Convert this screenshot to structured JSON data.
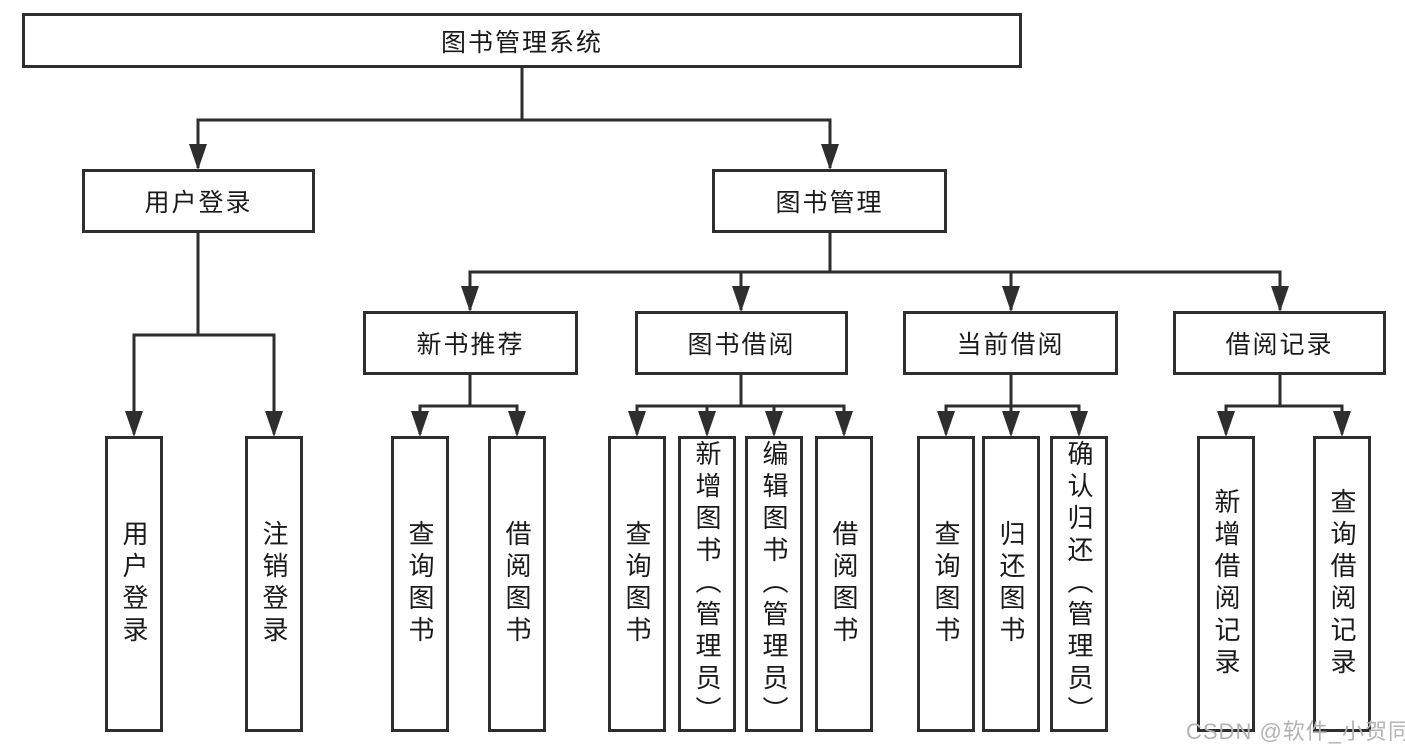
{
  "diagram": {
    "title_node": {
      "label": "图书管理系统"
    },
    "level1": [
      {
        "label": "用户登录"
      },
      {
        "label": "图书管理"
      }
    ],
    "level2": [
      {
        "label": "新书推荐",
        "parent": "图书管理"
      },
      {
        "label": "图书借阅",
        "parent": "图书管理"
      },
      {
        "label": "当前借阅",
        "parent": "图书管理"
      },
      {
        "label": "借阅记录",
        "parent": "图书管理"
      }
    ],
    "leaves": [
      {
        "label": "用户登录",
        "parent": "用户登录"
      },
      {
        "label": "注销登录",
        "parent": "用户登录"
      },
      {
        "label": "查询图书",
        "parent": "新书推荐"
      },
      {
        "label": "借阅图书",
        "parent": "新书推荐"
      },
      {
        "label": "查询图书",
        "parent": "图书借阅"
      },
      {
        "label": "新增图书（管理员）",
        "parent": "图书借阅"
      },
      {
        "label": "编辑图书（管理员）",
        "parent": "图书借阅"
      },
      {
        "label": "借阅图书",
        "parent": "图书借阅"
      },
      {
        "label": "查询图书",
        "parent": "当前借阅"
      },
      {
        "label": "归还图书",
        "parent": "当前借阅"
      },
      {
        "label": "确认归还（管理员）",
        "parent": "当前借阅"
      },
      {
        "label": "新增借阅记录",
        "parent": "借阅记录"
      },
      {
        "label": "查询借阅记录",
        "parent": "借阅记录"
      }
    ]
  },
  "watermark": {
    "text": "CSDN @软件_小贺同学"
  },
  "colors": {
    "line": "#2e2e2e",
    "box_border": "#2e2e2e",
    "box_background": "#ffffff",
    "text": "#1a1a1a",
    "watermark": "#b3b3b3"
  }
}
